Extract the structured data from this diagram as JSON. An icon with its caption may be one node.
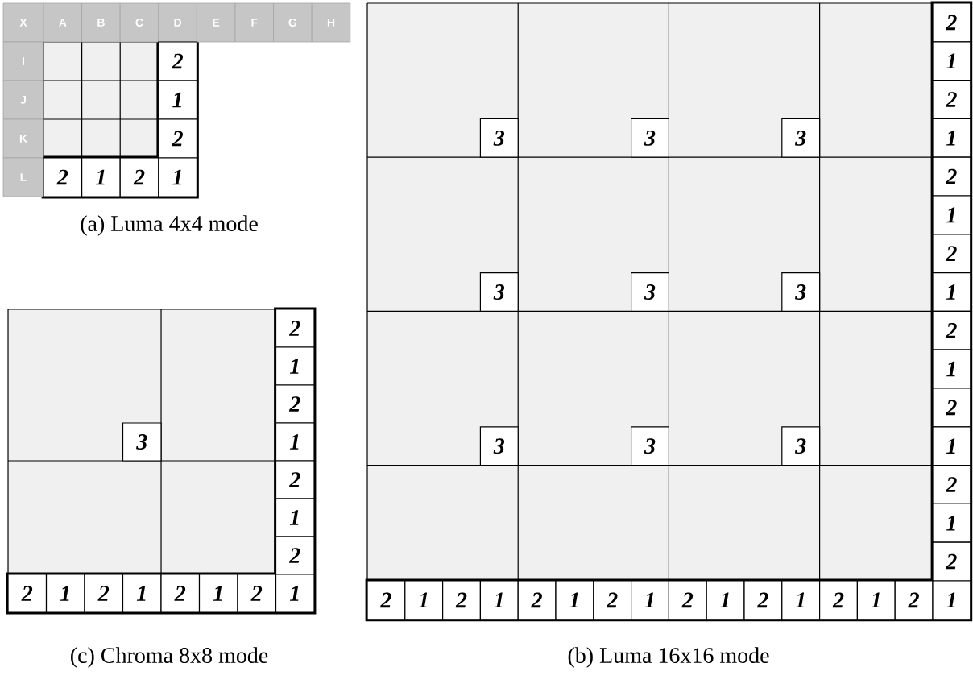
{
  "diagram": {
    "labels": [
      "X",
      "A",
      "B",
      "C",
      "D",
      "E",
      "F",
      "G",
      "H",
      "I",
      "J",
      "K",
      "L",
      "2",
      "1",
      "2",
      "2",
      "1",
      "2",
      "1",
      "(a) Luma 4x4 mode",
      "3",
      "3",
      "3",
      "3",
      "3",
      "3",
      "3",
      "3",
      "3",
      "2",
      "1",
      "2",
      "1",
      "2",
      "1",
      "2",
      "1",
      "2",
      "1",
      "2",
      "1",
      "2",
      "1",
      "2",
      "2",
      "1",
      "2",
      "1",
      "2",
      "1",
      "2",
      "1",
      "2",
      "1",
      "2",
      "1",
      "2",
      "1",
      "2",
      "1",
      "(b) Luma 16x16 mode",
      "3",
      "2",
      "1",
      "2",
      "1",
      "2",
      "1",
      "2",
      "2",
      "1",
      "2",
      "1",
      "2",
      "1",
      "2",
      "1",
      "(c) Chroma 8x8 mode"
    ]
  }
}
